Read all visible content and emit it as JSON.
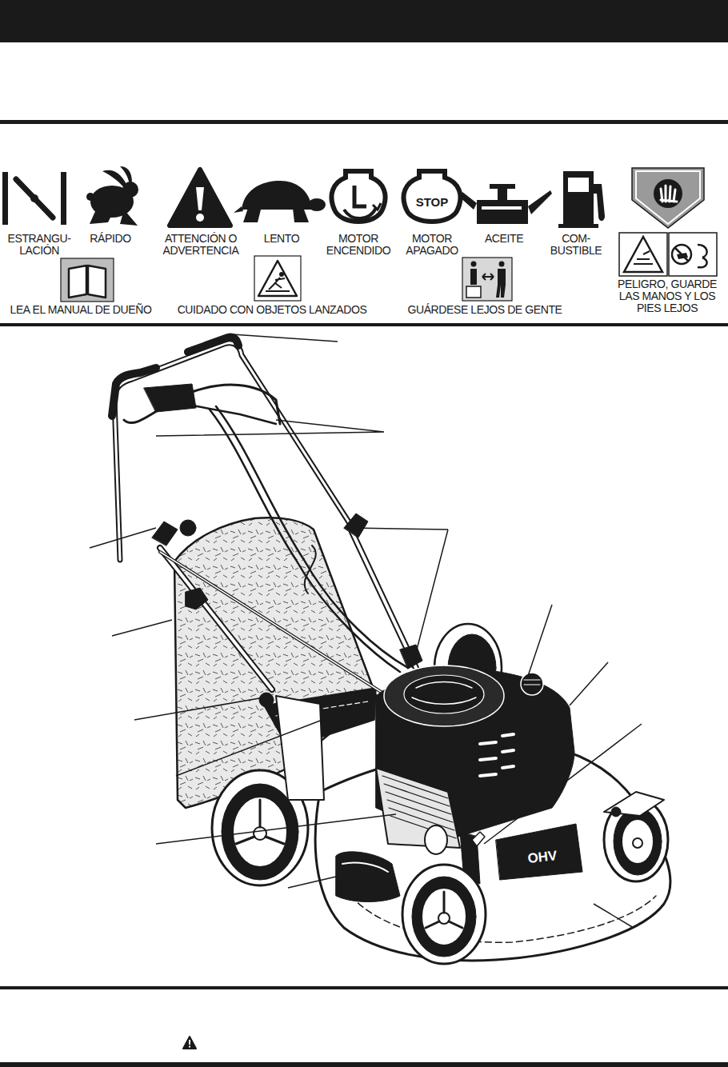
{
  "diagram": {
    "labels": [
      "ESTRANGU- LACIÓN",
      "RÁPIDO",
      "ATTENCIÓN O ADVERTENCIA",
      "LENTO",
      "MOTOR ENCENDIDO",
      "MOTOR APAGADO",
      "ACEITE",
      "COM- BUSTIBLE",
      "PELIGRO, GUARDE LAS MANOS Y LOS PIES LEJOS",
      "LEA EL MANUAL DE DUEÑO",
      "CUIDADO CON OBJETOS LANZADOS",
      "GUÁRDESE LEJOS DE GENTE",
      "STOP",
      "OHV"
    ]
  }
}
